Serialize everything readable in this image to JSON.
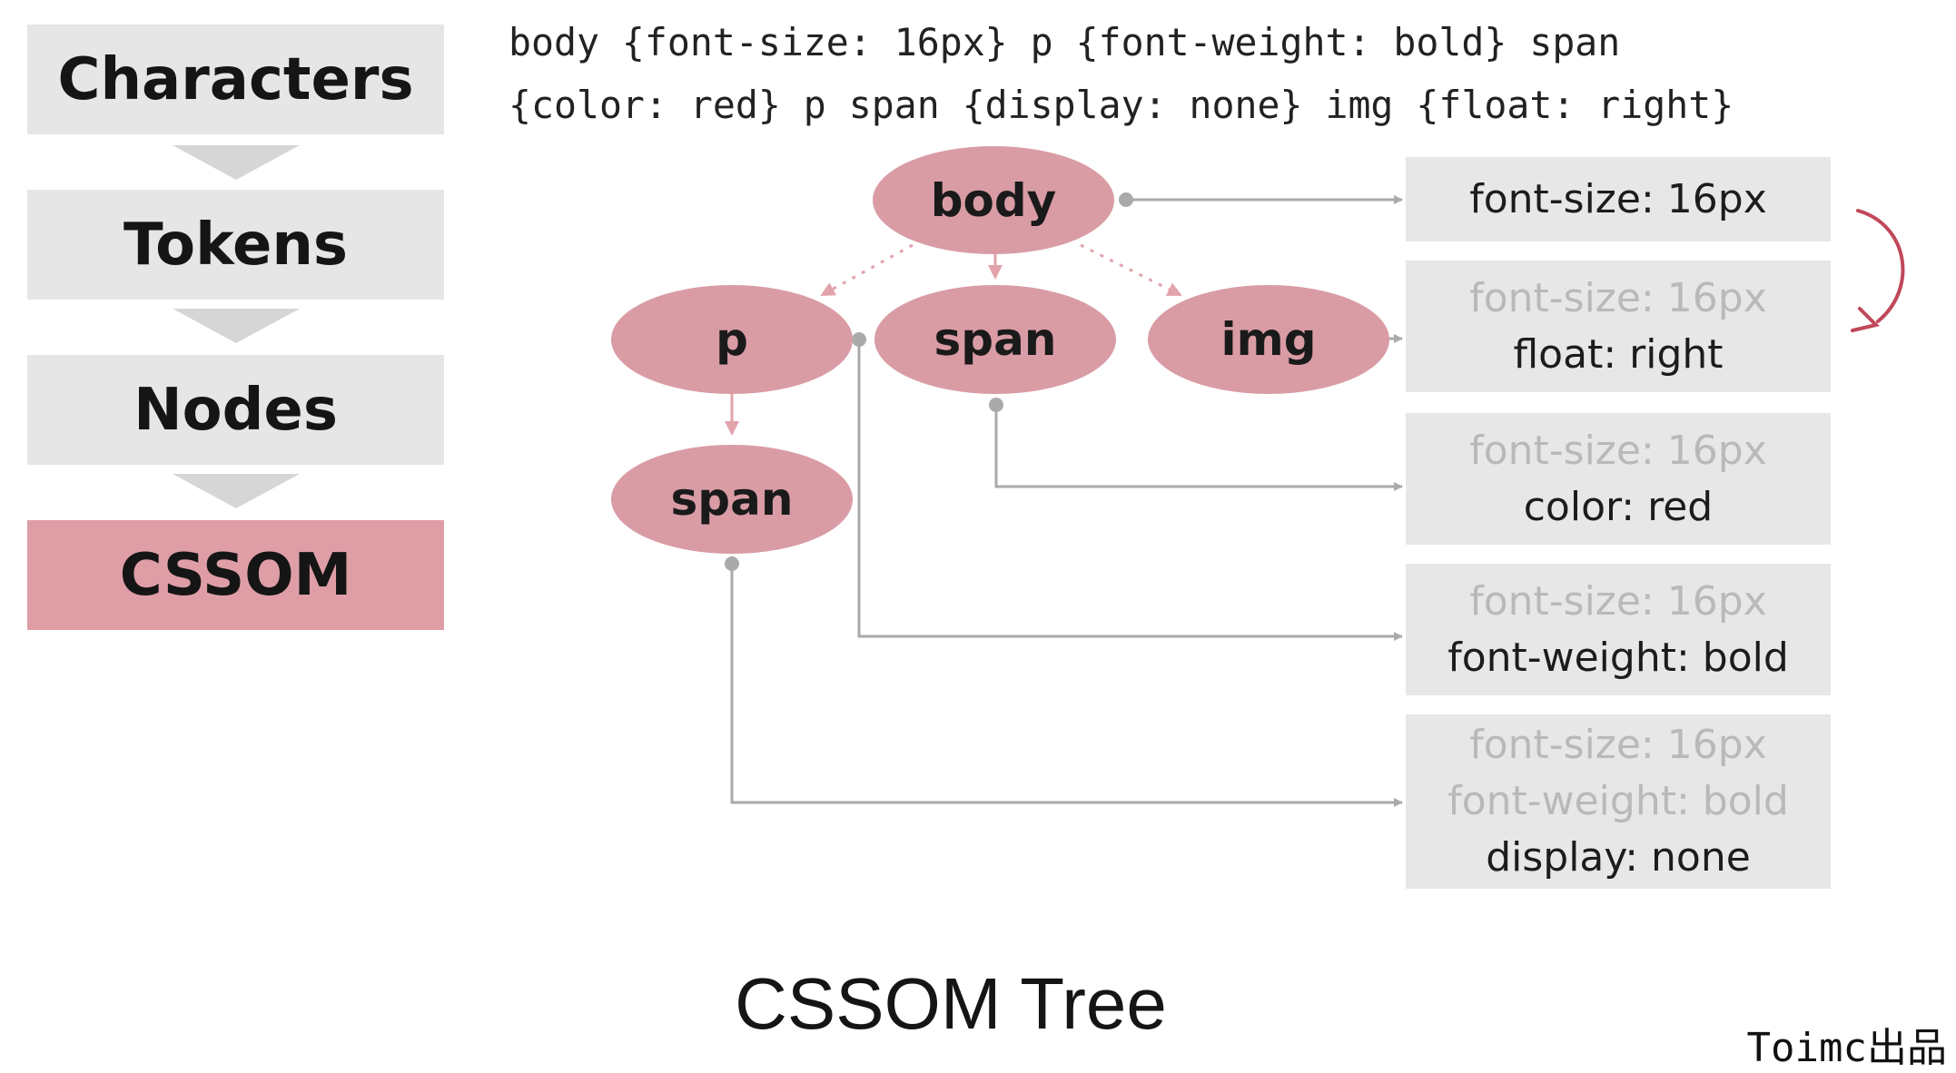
{
  "pipeline": {
    "steps": [
      "Characters",
      "Tokens",
      "Nodes",
      "CSSOM"
    ],
    "active": "CSSOM"
  },
  "code": {
    "line1": "body {font-size: 16px} p {font-weight: bold} span",
    "line2": "{color: red} p span {display: none} img {float: right}"
  },
  "tree": {
    "body": "body",
    "p": "p",
    "span": "span",
    "img": "img",
    "p_span": "span"
  },
  "styles": {
    "body": {
      "own": [
        "font-size: 16px"
      ]
    },
    "img": {
      "inherited": [
        "font-size: 16px"
      ],
      "own": [
        "float: right"
      ]
    },
    "span": {
      "inherited": [
        "font-size: 16px"
      ],
      "own": [
        "color: red"
      ]
    },
    "p": {
      "inherited": [
        "font-size: 16px"
      ],
      "own": [
        "font-weight: bold"
      ]
    },
    "p_span": {
      "inherited": [
        "font-size: 16px",
        "font-weight: bold"
      ],
      "own": [
        "display: none"
      ]
    }
  },
  "caption": "CSSOM Tree",
  "credit": "Toimc出品",
  "colors": {
    "node_fill": "#d99ca5",
    "pipeline_box": "#e6e6e6",
    "pipeline_active": "#df9ea6",
    "style_box": "#e7e7e7",
    "connector": "#aaaaaa",
    "annotation": "#c0485a"
  }
}
